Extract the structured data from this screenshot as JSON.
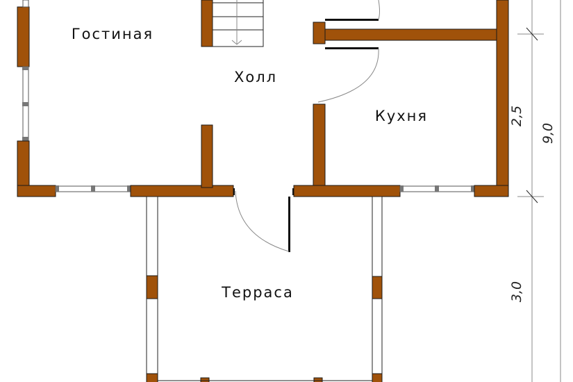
{
  "rooms": {
    "living": "Гостиная",
    "hall": "Холл",
    "kitchen": "Кухня",
    "terrace": "Терраса"
  },
  "dimensions": {
    "kitchen_depth": "2,5",
    "total": "9,0",
    "terrace_depth": "3,0"
  },
  "colors": {
    "wall": "#a0520a"
  }
}
